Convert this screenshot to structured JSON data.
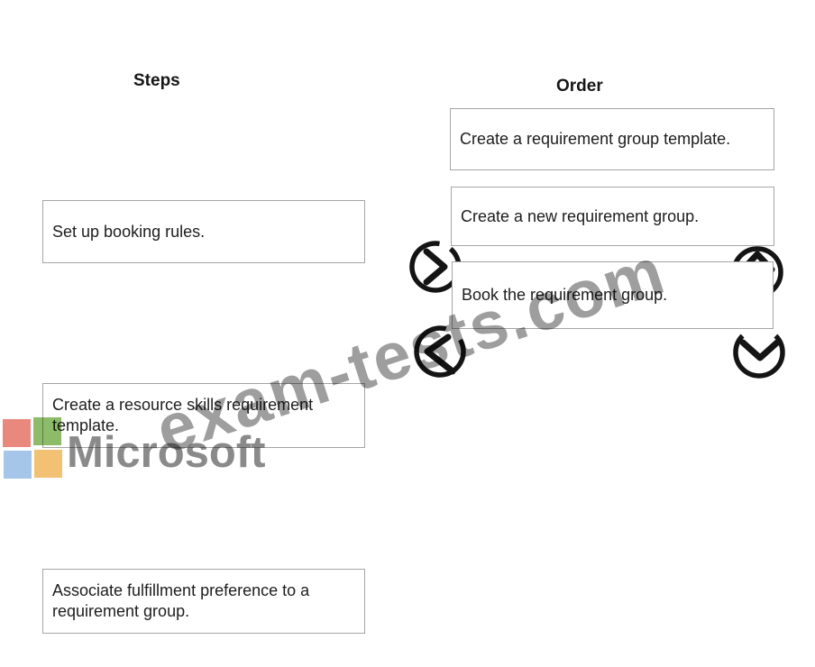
{
  "page": {
    "background_color": "#ffffff"
  },
  "steps_column": {
    "title": "Steps",
    "items": [
      "Set up booking rules.",
      "Create a resource skills requirement template.",
      "Associate fulfillment preference to a requirement group."
    ]
  },
  "order_column": {
    "title": "Order",
    "items": [
      "Create a requirement group template.",
      "Create a new requirement group.",
      "Book the requirement group."
    ]
  },
  "controls": {
    "move_right_icon": "chevron-right-icon",
    "move_up_icon": "chevron-up-icon",
    "move_left_icon": "chevron-left-icon",
    "move_down_icon": "chevron-down-icon",
    "icon_color": "#141414"
  },
  "watermarks": {
    "site_text": "exam-tests.com",
    "site_text_color": "#9e9e9e",
    "brand_text": "Microsoft",
    "brand_text_color": "#8a8a8a",
    "brand_square_colors": {
      "red": "#e9897e",
      "green": "#8cbc69",
      "blue": "#a5c5e9",
      "orange": "#f3c174"
    }
  }
}
